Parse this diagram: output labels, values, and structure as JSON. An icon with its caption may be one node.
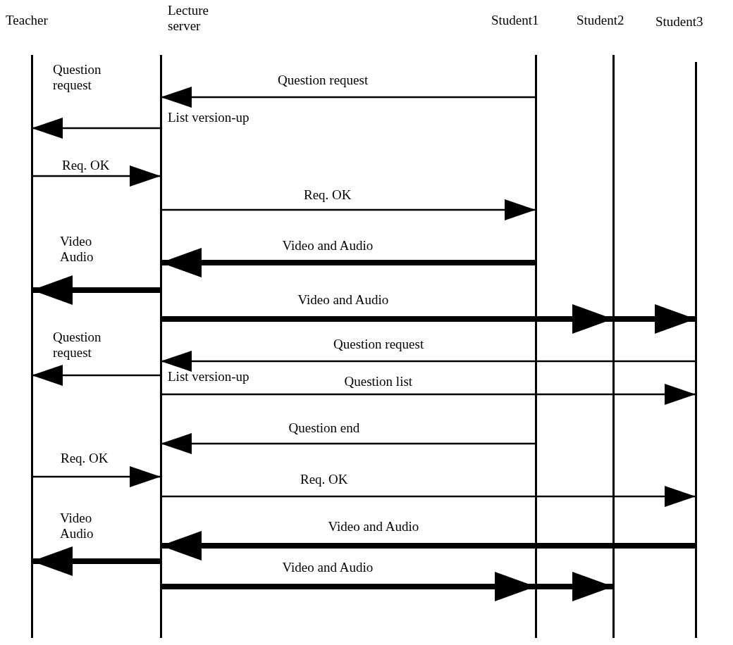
{
  "diagram": {
    "nodes": [
      {
        "text": [
          "Teacher"
        ]
      },
      {
        "text": [
          "Lecture server"
        ]
      },
      {
        "text": [
          "Student1"
        ]
      },
      {
        "text": [
          "Student2"
        ]
      },
      {
        "text": [
          "Student3"
        ]
      }
    ],
    "edges": [
      {
        "from": 2,
        "to": 1,
        "arrow": "to",
        "label": "Question request"
      },
      {
        "from": 1,
        "to": 0,
        "arrow": "to",
        "label": "Question request"
      },
      {
        "from": 0,
        "to": 1,
        "arrow": "to",
        "label": "Req. OK"
      },
      {
        "from": 1,
        "to": 2,
        "arrow": "to",
        "label": "Req. OK"
      },
      {
        "from": 2,
        "to": 1,
        "arrow": "to",
        "label": "Video and Audio",
        "style": "thick"
      },
      {
        "from": 1,
        "to": 0,
        "arrow": "to",
        "label": "Video Audio",
        "style": "thick"
      },
      {
        "from": 1,
        "to": 3,
        "arrow": "to",
        "label": "Video and Audio",
        "style": "thick"
      },
      {
        "from": 3,
        "to": 4,
        "arrow": "to",
        "style": "thick"
      },
      {
        "from": 4,
        "to": 1,
        "arrow": "to",
        "label": "Question request"
      },
      {
        "from": 1,
        "to": 0,
        "arrow": "to",
        "label": "Question request"
      },
      {
        "from": 1,
        "to": 4,
        "arrow": "to",
        "label": "Question list"
      },
      {
        "from": 2,
        "to": 1,
        "arrow": "to",
        "label": "Question end"
      },
      {
        "from": 0,
        "to": 1,
        "arrow": "to",
        "label": "Req. OK"
      },
      {
        "from": 1,
        "to": 4,
        "arrow": "to",
        "label": "Req. OK"
      },
      {
        "from": 4,
        "to": 1,
        "arrow": "to",
        "label": "Video and Audio",
        "style": "thick"
      },
      {
        "from": 1,
        "to": 0,
        "arrow": "to",
        "label": "Video Audio",
        "style": "thick"
      },
      {
        "from": 1,
        "to": 2,
        "arrow": "to",
        "label": "Video and Audio",
        "style": "thick"
      },
      {
        "from": 2,
        "to": 3,
        "arrow": "to",
        "style": "thick"
      }
    ],
    "labels": [
      "List version-up",
      "List version-up"
    ]
  }
}
